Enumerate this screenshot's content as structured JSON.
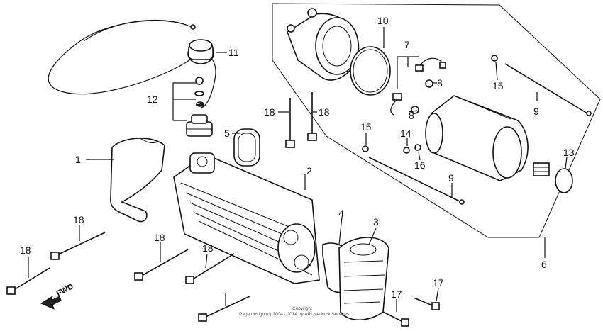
{
  "callouts": {
    "c1": "1",
    "c2": "2",
    "c3": "3",
    "c4": "4",
    "c5": "5",
    "c6": "6",
    "c7": "7",
    "c8a": "8",
    "c8b": "8",
    "c9a": "9",
    "c9b": "9",
    "c10": "10",
    "c11": "11",
    "c12": "12",
    "c13": "13",
    "c14": "14",
    "c15a": "15",
    "c15b": "15",
    "c16": "16",
    "c17a": "17",
    "c17b": "17",
    "c18a": "18",
    "c18b": "18",
    "c18c": "18",
    "c18d": "18",
    "c18e": "18",
    "c18f": "18"
  },
  "fwd_label": "FWD",
  "copyright": {
    "line1": "Copyright",
    "line2": "Page design (c) 2004 - 2014 by ARI Network Services"
  }
}
